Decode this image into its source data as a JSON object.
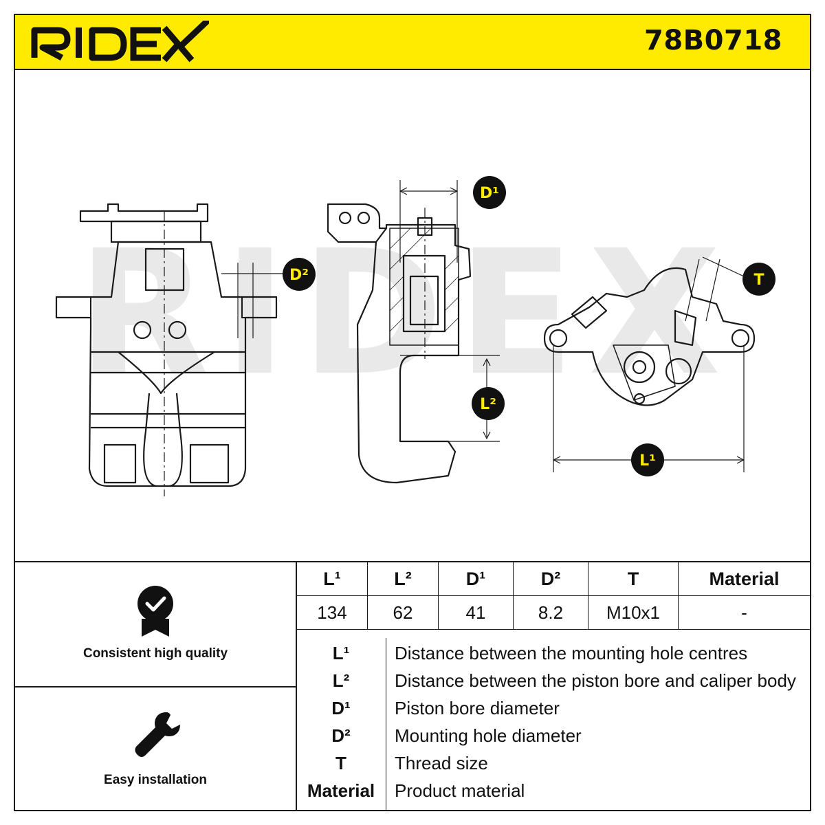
{
  "header": {
    "brand": "RIDEX",
    "part_number": "78B0718"
  },
  "drawing": {
    "watermark": "RIDEX",
    "callouts": {
      "d1": "D¹",
      "d2": "D²",
      "t": "T",
      "l1": "L¹",
      "l2": "L²"
    }
  },
  "features": [
    {
      "label": "Consistent high quality",
      "icon": "quality-badge-icon"
    },
    {
      "label": "Easy installation",
      "icon": "wrench-icon"
    }
  ],
  "spec_table": {
    "headers": [
      "L¹",
      "L²",
      "D¹",
      "D²",
      "T",
      "Material"
    ],
    "values": [
      "134",
      "62",
      "41",
      "8.2",
      "M10x1",
      "-"
    ]
  },
  "legend": [
    {
      "key": "L¹",
      "desc": "Distance between the mounting hole centres"
    },
    {
      "key": "L²",
      "desc": "Distance between the piston bore and caliper body"
    },
    {
      "key": "D¹",
      "desc": "Piston bore diameter"
    },
    {
      "key": "D²",
      "desc": "Mounting hole diameter"
    },
    {
      "key": "T",
      "desc": "Thread size"
    },
    {
      "key": "Material",
      "desc": "Product material"
    }
  ],
  "colors": {
    "brand_yellow": "#ffeb00",
    "line": "#1a1a1a"
  }
}
